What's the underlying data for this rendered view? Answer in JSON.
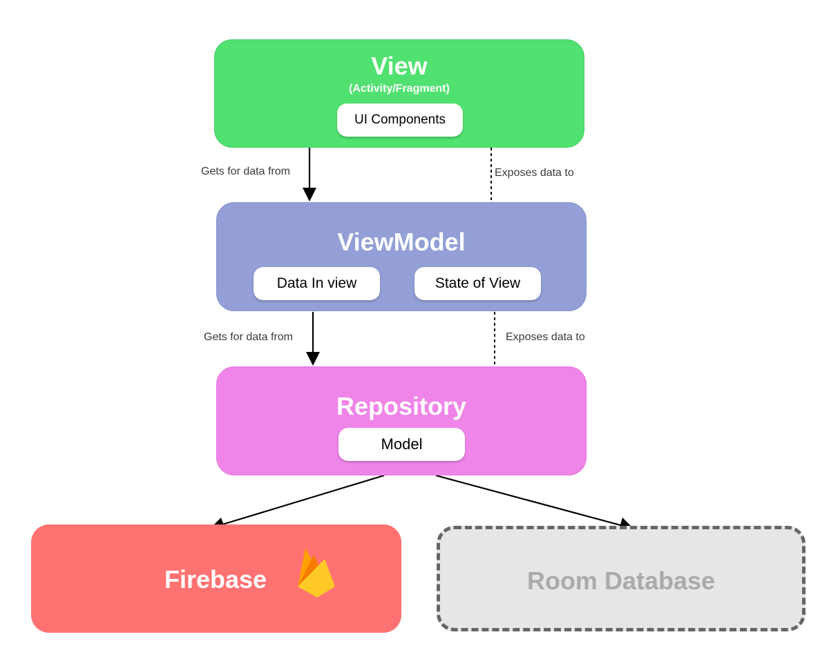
{
  "colors": {
    "view": "#51e170",
    "view_border": "#45cc63",
    "viewmodel": "#939fd6",
    "viewmodel_border": "#8592cf",
    "repository": "#ef85e8",
    "repository_border": "#e475dc",
    "firebase": "#ff7272",
    "room": "#e6e6e6",
    "room_border": "#666666",
    "room_text": "#aaaaaa",
    "arrow": "#000000"
  },
  "view": {
    "title": "View",
    "subtitle": "(Activity/Fragment)",
    "component": "UI Components"
  },
  "viewmodel": {
    "title": "ViewModel",
    "components": [
      "Data In view",
      "State of View"
    ]
  },
  "repository": {
    "title": "Repository",
    "component": "Model"
  },
  "firebase": {
    "title": "Firebase",
    "icon": "firebase-flame-icon"
  },
  "room": {
    "title": "Room Database"
  },
  "edges": {
    "view_to_viewmodel": "Gets for data from",
    "viewmodel_to_view": "Exposes data to",
    "viewmodel_to_repository": "Gets for data from",
    "repository_to_viewmodel": "Exposes data to"
  }
}
